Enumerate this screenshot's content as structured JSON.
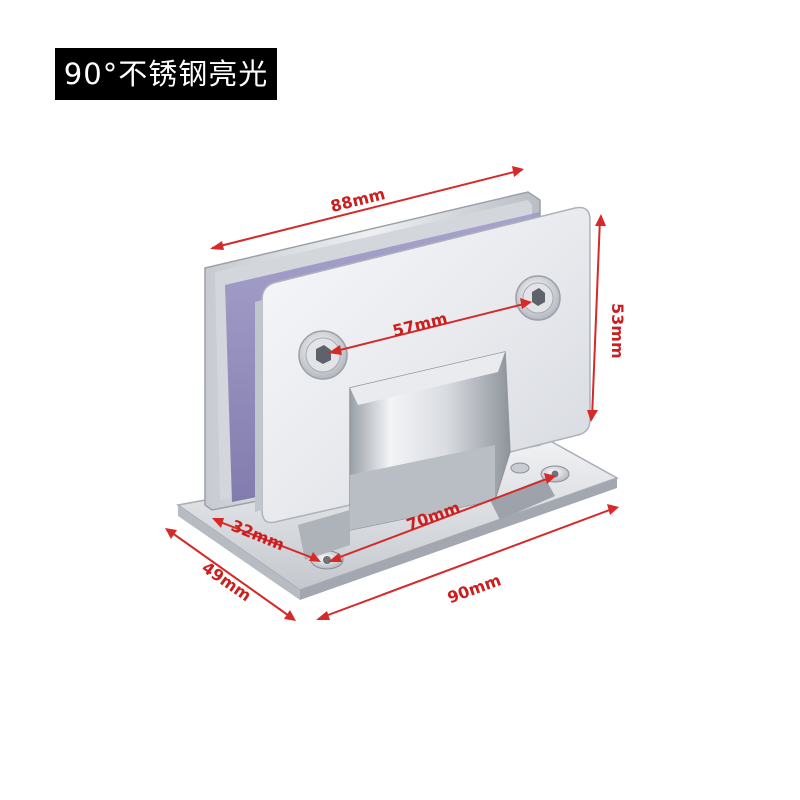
{
  "title": "90°不锈钢亮光",
  "colors": {
    "dimension": "#d42a2a",
    "steel_light": "#f4f5f7",
    "steel_mid": "#c9ccd2",
    "steel_dark": "#8e939b",
    "glass": "#8a7fb8"
  },
  "dimensions": {
    "top_width": "88mm",
    "height": "53mm",
    "hole_spacing": "57mm",
    "base_hole_spacing": "70mm",
    "base_offset": "32mm",
    "base_depth": "49mm",
    "base_width": "90mm"
  }
}
